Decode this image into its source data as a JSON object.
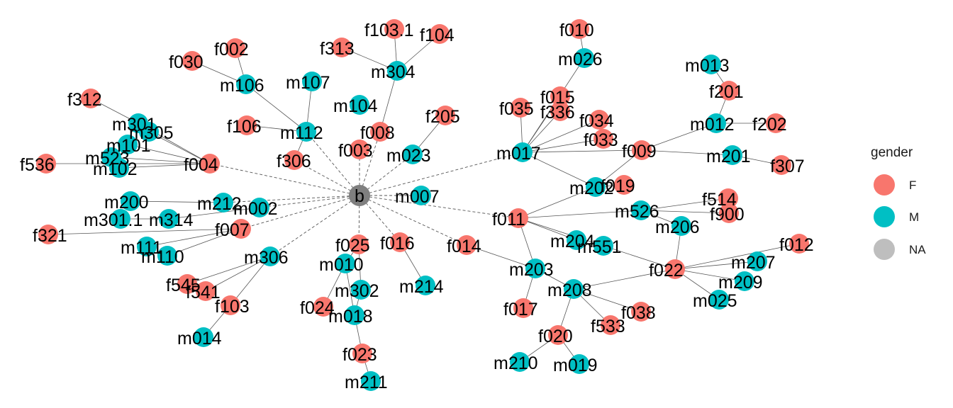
{
  "colors": {
    "F": "#F8766D",
    "M": "#00BFC4",
    "NA": "#7F7F7F",
    "NA_legend": "#BEBEBE",
    "edge": "#555555"
  },
  "legend": {
    "title": "gender",
    "items": [
      {
        "key": "F",
        "label": "F"
      },
      {
        "key": "M",
        "label": "M"
      },
      {
        "key": "NA",
        "label": "NA"
      }
    ]
  },
  "nodes": [
    {
      "id": "b",
      "gender": "NA"
    },
    {
      "id": "f002",
      "gender": "F"
    },
    {
      "id": "f030",
      "gender": "F"
    },
    {
      "id": "m106",
      "gender": "M"
    },
    {
      "id": "f313",
      "gender": "F"
    },
    {
      "id": "f103.1",
      "gender": "F"
    },
    {
      "id": "f104",
      "gender": "F"
    },
    {
      "id": "m304",
      "gender": "M"
    },
    {
      "id": "m107",
      "gender": "M"
    },
    {
      "id": "m104",
      "gender": "M"
    },
    {
      "id": "f312",
      "gender": "F"
    },
    {
      "id": "m301",
      "gender": "M"
    },
    {
      "id": "m305",
      "gender": "M"
    },
    {
      "id": "m101",
      "gender": "M"
    },
    {
      "id": "m523",
      "gender": "M"
    },
    {
      "id": "f536",
      "gender": "F"
    },
    {
      "id": "m102",
      "gender": "M"
    },
    {
      "id": "f004",
      "gender": "F"
    },
    {
      "id": "f106",
      "gender": "F"
    },
    {
      "id": "m112",
      "gender": "M"
    },
    {
      "id": "f306",
      "gender": "F"
    },
    {
      "id": "f008",
      "gender": "F"
    },
    {
      "id": "f003",
      "gender": "F"
    },
    {
      "id": "f205",
      "gender": "F"
    },
    {
      "id": "m023",
      "gender": "M"
    },
    {
      "id": "f010",
      "gender": "F"
    },
    {
      "id": "m026",
      "gender": "M"
    },
    {
      "id": "f015",
      "gender": "F"
    },
    {
      "id": "f035",
      "gender": "F"
    },
    {
      "id": "f336",
      "gender": "F"
    },
    {
      "id": "f034",
      "gender": "F"
    },
    {
      "id": "f033",
      "gender": "F"
    },
    {
      "id": "m017",
      "gender": "M"
    },
    {
      "id": "f009",
      "gender": "F"
    },
    {
      "id": "m013",
      "gender": "M"
    },
    {
      "id": "f201",
      "gender": "F"
    },
    {
      "id": "m012",
      "gender": "M"
    },
    {
      "id": "f202",
      "gender": "F"
    },
    {
      "id": "m201",
      "gender": "M"
    },
    {
      "id": "f307",
      "gender": "F"
    },
    {
      "id": "m200",
      "gender": "M"
    },
    {
      "id": "m212",
      "gender": "M"
    },
    {
      "id": "m002",
      "gender": "M"
    },
    {
      "id": "m301.1",
      "gender": "M"
    },
    {
      "id": "m314",
      "gender": "M"
    },
    {
      "id": "f321",
      "gender": "F"
    },
    {
      "id": "f007",
      "gender": "F"
    },
    {
      "id": "m111",
      "gender": "M"
    },
    {
      "id": "m110",
      "gender": "M"
    },
    {
      "id": "m007",
      "gender": "M"
    },
    {
      "id": "m202",
      "gender": "M"
    },
    {
      "id": "f019",
      "gender": "F"
    },
    {
      "id": "f514",
      "gender": "F"
    },
    {
      "id": "m526",
      "gender": "M"
    },
    {
      "id": "f900",
      "gender": "F"
    },
    {
      "id": "m206",
      "gender": "M"
    },
    {
      "id": "f011",
      "gender": "F"
    },
    {
      "id": "m204",
      "gender": "M"
    },
    {
      "id": "m551",
      "gender": "M"
    },
    {
      "id": "f012",
      "gender": "F"
    },
    {
      "id": "m306",
      "gender": "M"
    },
    {
      "id": "f025",
      "gender": "F"
    },
    {
      "id": "f016",
      "gender": "F"
    },
    {
      "id": "f014",
      "gender": "F"
    },
    {
      "id": "m010",
      "gender": "M"
    },
    {
      "id": "m203",
      "gender": "M"
    },
    {
      "id": "f022",
      "gender": "F"
    },
    {
      "id": "m207",
      "gender": "M"
    },
    {
      "id": "m209",
      "gender": "M"
    },
    {
      "id": "f545",
      "gender": "F"
    },
    {
      "id": "f541",
      "gender": "F"
    },
    {
      "id": "m302",
      "gender": "M"
    },
    {
      "id": "m214",
      "gender": "M"
    },
    {
      "id": "m208",
      "gender": "M"
    },
    {
      "id": "f103",
      "gender": "F"
    },
    {
      "id": "f024",
      "gender": "F"
    },
    {
      "id": "m018",
      "gender": "M"
    },
    {
      "id": "f017",
      "gender": "F"
    },
    {
      "id": "m025",
      "gender": "M"
    },
    {
      "id": "f038",
      "gender": "F"
    },
    {
      "id": "f533",
      "gender": "F"
    },
    {
      "id": "m014",
      "gender": "M"
    },
    {
      "id": "f020",
      "gender": "F"
    },
    {
      "id": "f023",
      "gender": "F"
    },
    {
      "id": "m210",
      "gender": "M"
    },
    {
      "id": "m019",
      "gender": "M"
    },
    {
      "id": "m211",
      "gender": "M"
    }
  ],
  "edges_dashed": [
    [
      "b",
      "f004"
    ],
    [
      "b",
      "m112"
    ],
    [
      "b",
      "f306"
    ],
    [
      "b",
      "f003"
    ],
    [
      "b",
      "f008"
    ],
    [
      "b",
      "m023"
    ],
    [
      "b",
      "m017"
    ],
    [
      "b",
      "m007"
    ],
    [
      "b",
      "f011"
    ],
    [
      "b",
      "f014"
    ],
    [
      "b",
      "f016"
    ],
    [
      "b",
      "f025"
    ],
    [
      "b",
      "m306"
    ],
    [
      "b",
      "f007"
    ],
    [
      "b",
      "m002"
    ],
    [
      "b",
      "m212"
    ]
  ],
  "edges_solid": [
    [
      "f002",
      "m106"
    ],
    [
      "f030",
      "m106"
    ],
    [
      "m106",
      "m112"
    ],
    [
      "m107",
      "m112"
    ],
    [
      "f306",
      "m112"
    ],
    [
      "f106",
      "m112"
    ],
    [
      "f313",
      "m304"
    ],
    [
      "f103.1",
      "m304"
    ],
    [
      "f104",
      "m304"
    ],
    [
      "m304",
      "f008"
    ],
    [
      "f312",
      "m301"
    ],
    [
      "m301",
      "f004"
    ],
    [
      "m305",
      "f004"
    ],
    [
      "m101",
      "f004"
    ],
    [
      "m523",
      "f004"
    ],
    [
      "f536",
      "f004"
    ],
    [
      "m102",
      "f004"
    ],
    [
      "f205",
      "m023"
    ],
    [
      "f010",
      "m026"
    ],
    [
      "m026",
      "m017"
    ],
    [
      "f015",
      "m017"
    ],
    [
      "f035",
      "m017"
    ],
    [
      "f336",
      "m017"
    ],
    [
      "f034",
      "m017"
    ],
    [
      "f033",
      "m017"
    ],
    [
      "m017",
      "f009"
    ],
    [
      "m017",
      "m202"
    ],
    [
      "m013",
      "f201"
    ],
    [
      "f201",
      "m012"
    ],
    [
      "m012",
      "f202"
    ],
    [
      "m012",
      "f009"
    ],
    [
      "f009",
      "m201"
    ],
    [
      "m201",
      "f307"
    ],
    [
      "f009",
      "m202"
    ],
    [
      "m202",
      "f019"
    ],
    [
      "m200",
      "m212"
    ],
    [
      "m301.1",
      "m314"
    ],
    [
      "m314",
      "m002"
    ],
    [
      "f321",
      "f007"
    ],
    [
      "m111",
      "f007"
    ],
    [
      "m110",
      "f007"
    ],
    [
      "f011",
      "m202"
    ],
    [
      "f011",
      "m526"
    ],
    [
      "m526",
      "f514"
    ],
    [
      "m526",
      "f900"
    ],
    [
      "m526",
      "m206"
    ],
    [
      "f011",
      "m204"
    ],
    [
      "f011",
      "m551"
    ],
    [
      "f011",
      "m203"
    ],
    [
      "m206",
      "f022"
    ],
    [
      "m551",
      "f022"
    ],
    [
      "f022",
      "f012"
    ],
    [
      "f022",
      "m207"
    ],
    [
      "f022",
      "m209"
    ],
    [
      "f022",
      "m025"
    ],
    [
      "f022",
      "m208"
    ],
    [
      "m306",
      "f545"
    ],
    [
      "m306",
      "f541"
    ],
    [
      "m306",
      "f103"
    ],
    [
      "f103",
      "m014"
    ],
    [
      "f025",
      "m010"
    ],
    [
      "f025",
      "m302"
    ],
    [
      "m010",
      "f024"
    ],
    [
      "m010",
      "m018"
    ],
    [
      "m302",
      "m018"
    ],
    [
      "m018",
      "f023"
    ],
    [
      "f023",
      "m211"
    ],
    [
      "f016",
      "m214"
    ],
    [
      "f014",
      "m203"
    ],
    [
      "m203",
      "f017"
    ],
    [
      "m203",
      "m208"
    ],
    [
      "m208",
      "f038"
    ],
    [
      "m208",
      "f533"
    ],
    [
      "m208",
      "f020"
    ],
    [
      "f020",
      "m210"
    ],
    [
      "f020",
      "m019"
    ]
  ]
}
